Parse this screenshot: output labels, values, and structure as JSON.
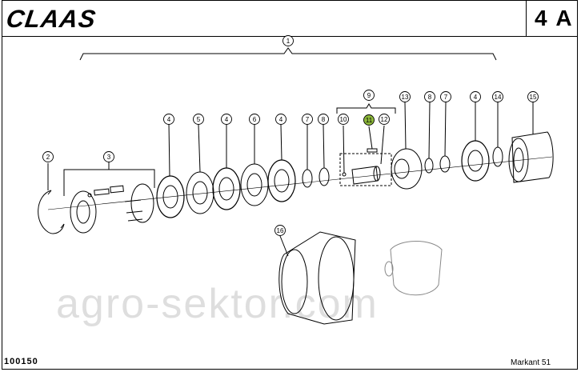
{
  "header": {
    "logo": "CLAAS",
    "page_code": "4 A"
  },
  "footer": {
    "doc_number": "100150",
    "model": "Markant 51"
  },
  "watermark": "agro-sektor.com",
  "callouts": [
    "1",
    "2",
    "3",
    "4",
    "5",
    "4",
    "6",
    "4",
    "7",
    "8",
    "10",
    "9",
    "11",
    "12",
    "13",
    "8",
    "7",
    "4",
    "14",
    "15",
    "16"
  ],
  "highlight_color": "#8db93a"
}
